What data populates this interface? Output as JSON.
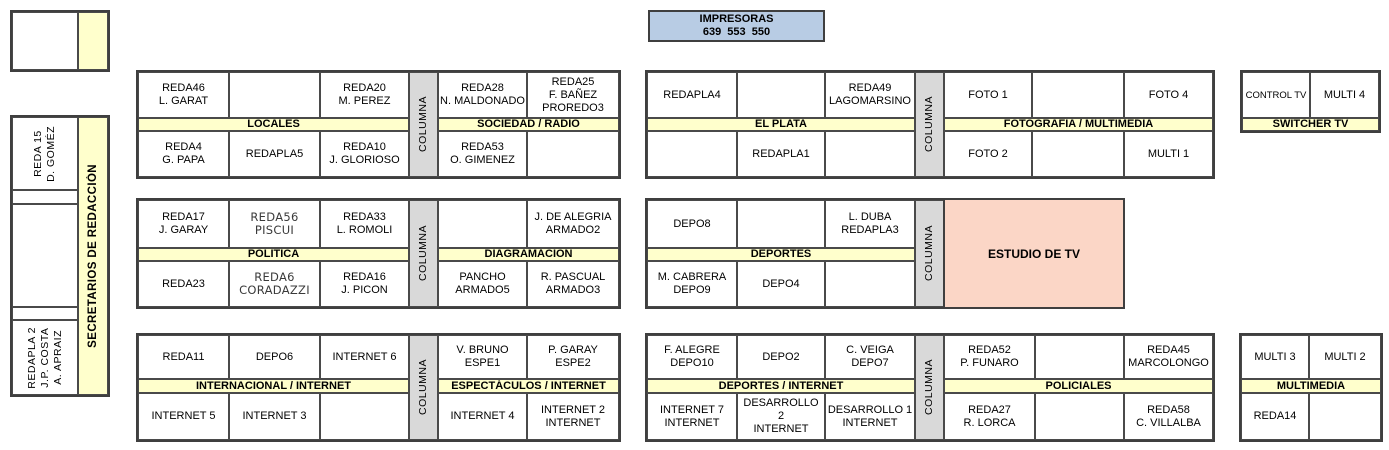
{
  "colors": {
    "band_yellow": "#FFFFCC",
    "column_gray": "#D9D9D9",
    "printer_blue": "#B8CCE4",
    "studio_pink": "#FBD6C6",
    "border": "#3F3F3F"
  },
  "printer": {
    "title": "IMPRESORAS",
    "numbers": "639  553  550"
  },
  "columna_label": "COLUMNA",
  "estudio_label": "ESTUDIO DE TV",
  "left": {
    "reda15": "REDA 15\nD. GOMÉZ",
    "secretarios": "SECRETARIOS DE REDACCIÓN",
    "redapla2": "REDAPLA 2\nJ.P. COSTA\nA. APRAIZ"
  },
  "groups": {
    "locales": {
      "label": "LOCALES",
      "top": [
        "REDA46\nL. GARAT",
        "",
        "REDA20\nM. PEREZ"
      ],
      "bottom": [
        "REDA4\nG. PAPA",
        "REDAPLA5",
        "REDA10\nJ. GLORIOSO"
      ]
    },
    "sociedad": {
      "label": "SOCIEDAD / RADIO",
      "top": [
        "REDA28\nN. MALDONADO",
        "REDA25\nF. BAÑEZ\nPROREDO3"
      ],
      "bottom": [
        "REDA53\nO. GIMENEZ",
        ""
      ]
    },
    "elplata": {
      "label": "EL PLATA",
      "top": [
        "REDAPLA4",
        "",
        "REDA49\nLAGOMARSINO"
      ],
      "bottom": [
        "",
        "REDAPLA1",
        ""
      ]
    },
    "foto": {
      "label": "FOTOGRAFÍA / MULTIMEDIA",
      "top": [
        "FOTO 1",
        "",
        "FOTO 4"
      ],
      "bottom": [
        "FOTO 2",
        "",
        "MULTI 1"
      ]
    },
    "switcher": {
      "label": "SWITCHER TV",
      "top": [
        "CONTROL TV",
        "MULTI 4"
      ]
    },
    "politica": {
      "label": "POLÍTICA",
      "top": [
        "REDA17\nJ. GARAY",
        "REDA56\nPISCUI",
        "REDA33\nL. ROMOLI"
      ],
      "bottom": [
        "REDA23",
        "REDA6\nCORADAZZI",
        "REDA16\nJ. PICON"
      ]
    },
    "diagramacion": {
      "label": "DIAGRAMACIÓN",
      "top": [
        "",
        "J. DE ALEGRIA\nARMADO2"
      ],
      "bottom": [
        "PANCHO\nARMADO5",
        "R. PASCUAL\nARMADO3"
      ]
    },
    "deportes": {
      "label": "DEPORTES",
      "top": [
        "DEPO8",
        "",
        "L. DUBA\nREDAPLA3"
      ],
      "bottom": [
        "M. CABRERA\nDEPO9",
        "DEPO4",
        ""
      ]
    },
    "internacional": {
      "label": "INTERNACIONAL / INTERNET",
      "top": [
        "REDA11",
        "DEPO6",
        "INTERNET 6"
      ],
      "bottom": [
        "INTERNET 5",
        "INTERNET 3",
        ""
      ]
    },
    "espectaculos": {
      "label": "ESPECTÁCULOS / INTERNET",
      "top": [
        "V. BRUNO\nESPE1",
        "P. GARAY\nESPE2"
      ],
      "bottom": [
        "INTERNET 4",
        "INTERNET 2\nINTERNET"
      ]
    },
    "deportesinternet": {
      "label": "DEPORTES / INTERNET",
      "top": [
        "F. ALEGRE\nDEPO10",
        "DEPO2",
        "C. VEIGA\nDEPO7"
      ],
      "bottom": [
        "INTERNET 7\nINTERNET",
        "DESARROLLO 2\nINTERNET",
        "DESARROLLO 1\nINTERNET"
      ]
    },
    "policiales": {
      "label": "POLICIALES",
      "top": [
        "REDA52\nP. FUNARO",
        "",
        "REDA45\nMARCOLONGO"
      ],
      "bottom": [
        "REDA27\nR. LORCA",
        "",
        "REDA58\nC. VILLALBA"
      ]
    },
    "multimedia": {
      "label": "MULTIMEDIA",
      "top": [
        "MULTI 3",
        "MULTI 2"
      ],
      "bottom": [
        "REDA14",
        ""
      ]
    }
  }
}
